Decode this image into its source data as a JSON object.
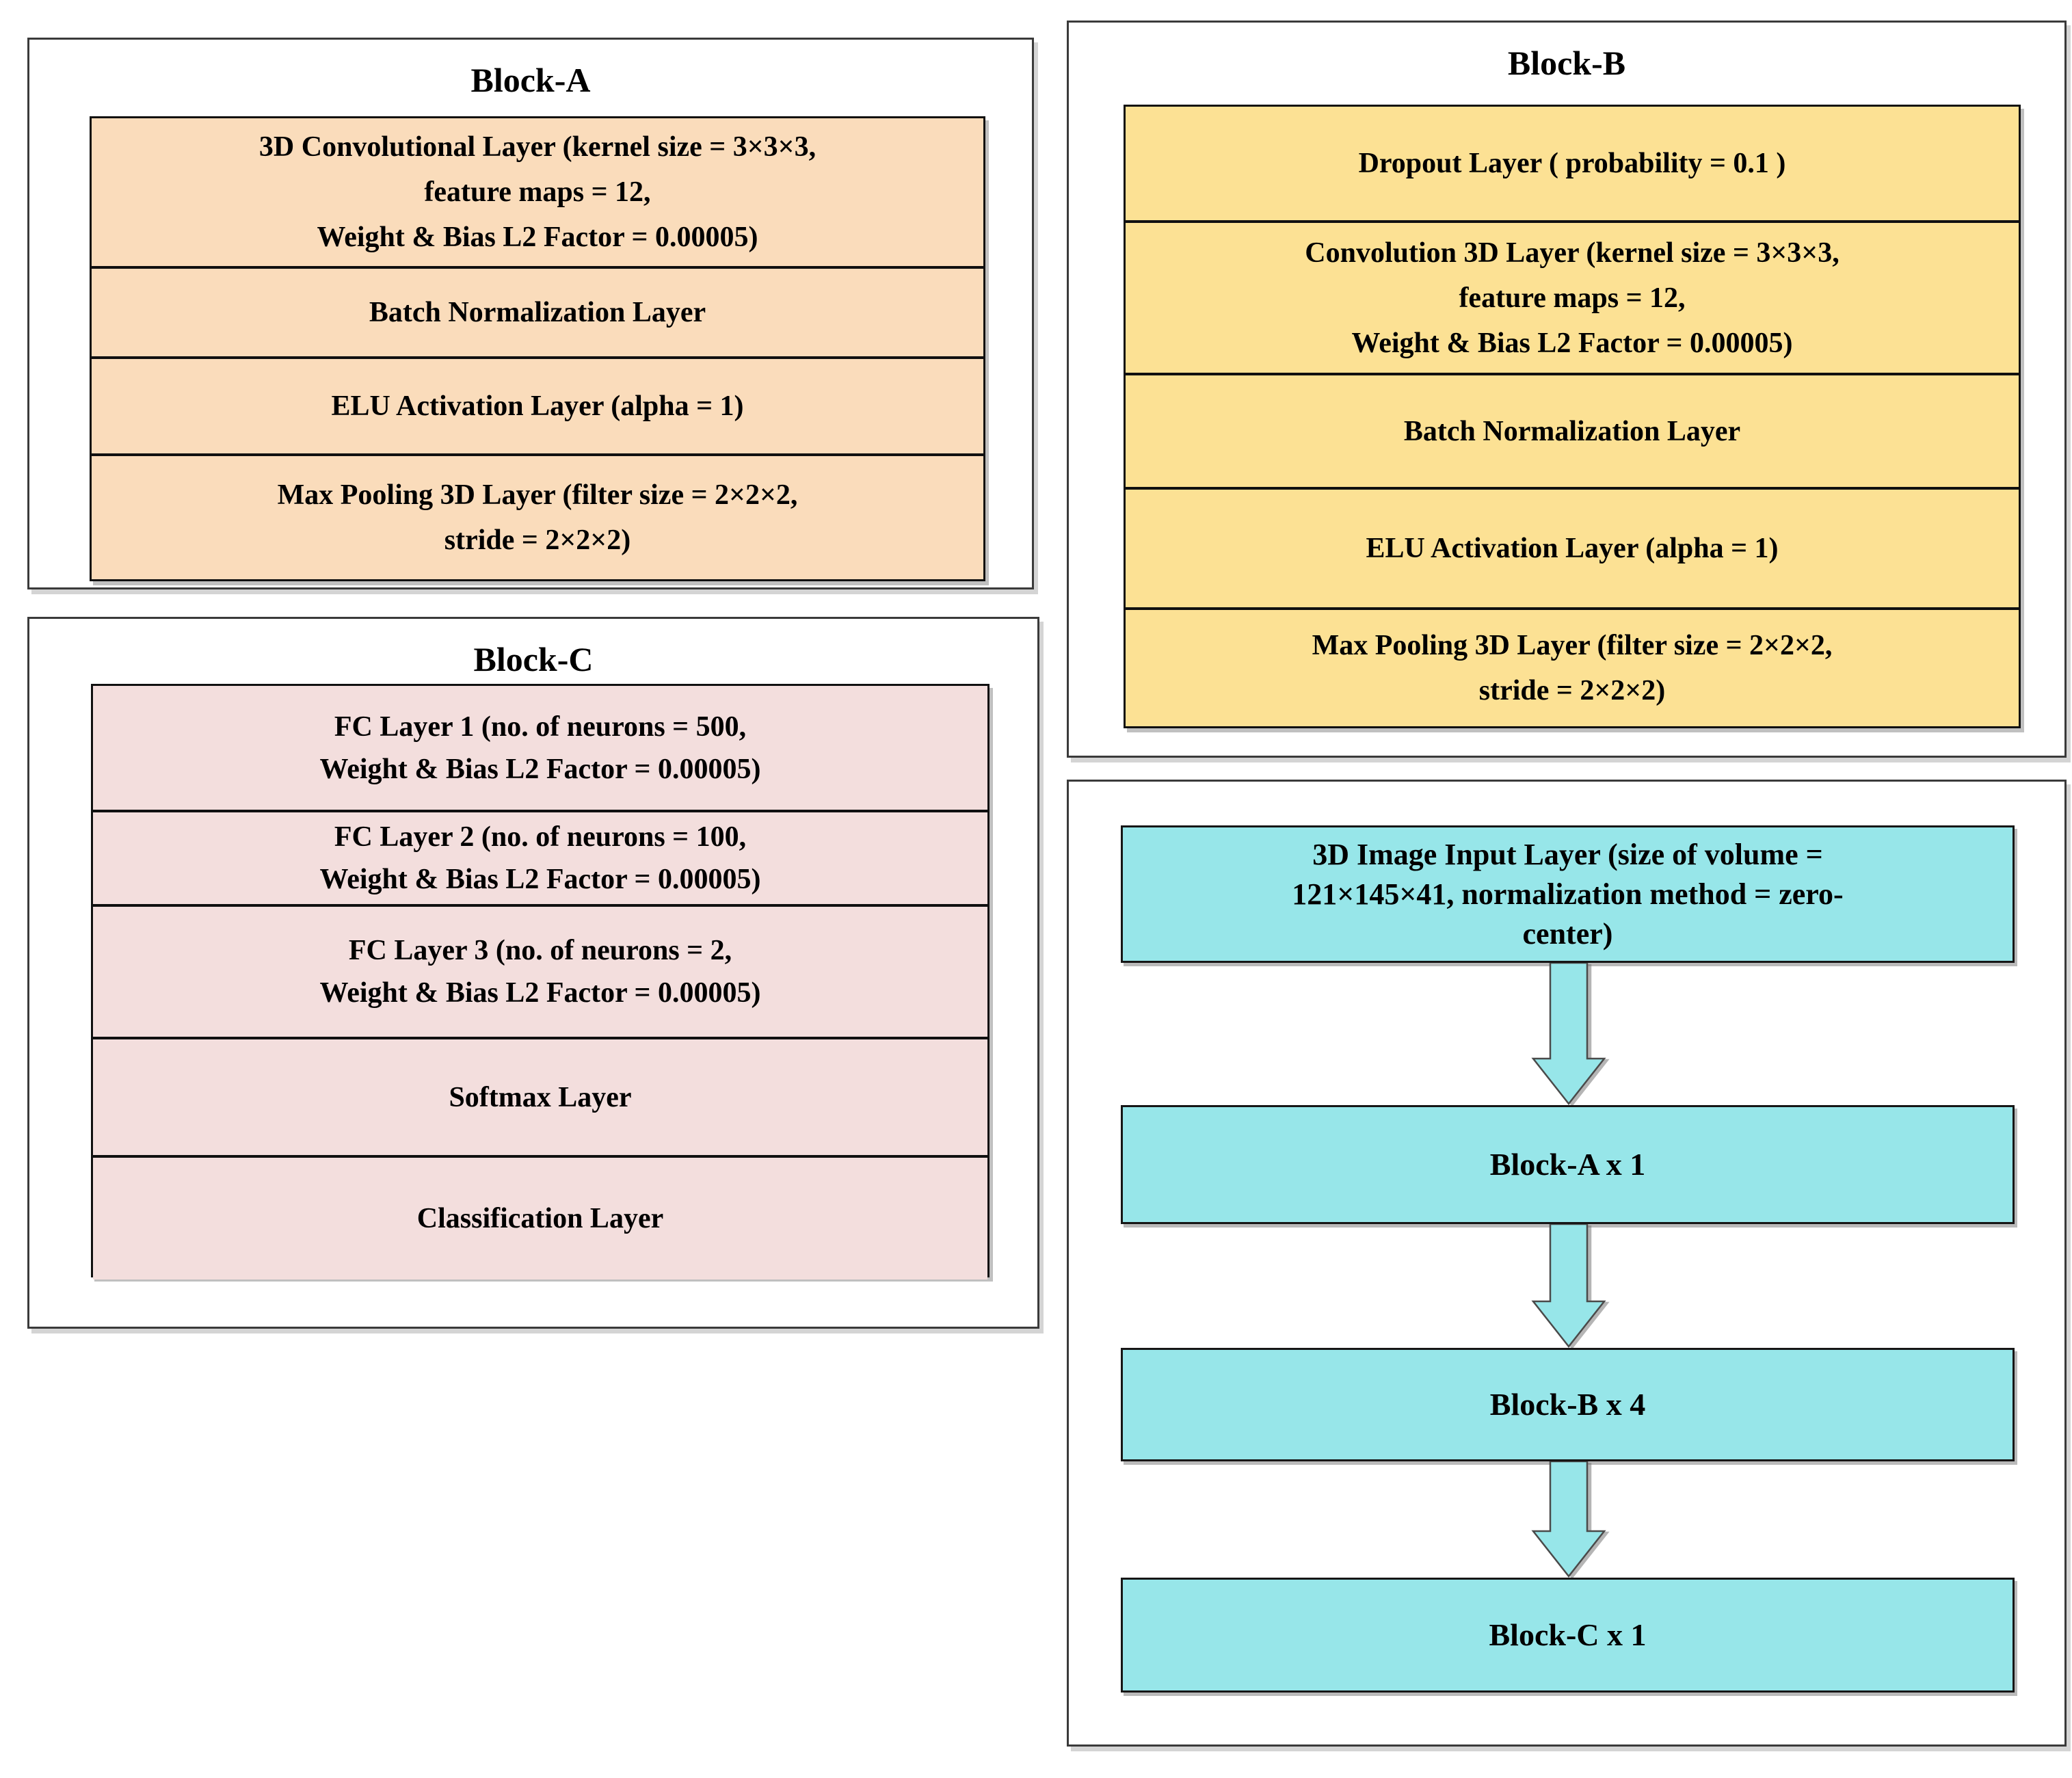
{
  "colors": {
    "block_a_fill": "#fadcbb",
    "block_b_fill": "#fce194",
    "block_c_fill": "#f3dedd",
    "flow_fill": "#97e6e9",
    "border_dark": "#101010"
  },
  "block_a": {
    "title": "Block-A",
    "rows": [
      "3D Convolutional Layer (kernel size = 3×3×3,\nfeature maps = 12,\nWeight & Bias L2 Factor = 0.00005)",
      "Batch Normalization Layer",
      "ELU Activation Layer (alpha = 1)",
      "Max Pooling 3D Layer (filter size = 2×2×2,\nstride = 2×2×2)"
    ]
  },
  "block_b": {
    "title": "Block-B",
    "rows": [
      "Dropout Layer ( probability = 0.1 )",
      "Convolution 3D Layer (kernel size = 3×3×3,\nfeature maps = 12,\nWeight & Bias L2 Factor = 0.00005)",
      "Batch Normalization Layer",
      "ELU Activation Layer (alpha = 1)",
      "Max Pooling 3D Layer (filter size = 2×2×2,\nstride = 2×2×2)"
    ]
  },
  "block_c": {
    "title": "Block-C",
    "rows": [
      "FC Layer 1 (no. of neurons = 500,\nWeight & Bias L2 Factor = 0.00005)",
      "FC Layer 2 (no. of neurons = 100,\nWeight & Bias L2 Factor = 0.00005)",
      "FC Layer 3 (no. of neurons = 2,\nWeight & Bias L2 Factor = 0.00005)",
      "Softmax Layer",
      "Classification Layer"
    ]
  },
  "flow": {
    "nodes": [
      "3D Image Input Layer (size of volume =\n121×145×41, normalization method = zero-\ncenter)",
      "Block-A x 1",
      "Block-B x 4",
      "Block-C x 1"
    ]
  }
}
